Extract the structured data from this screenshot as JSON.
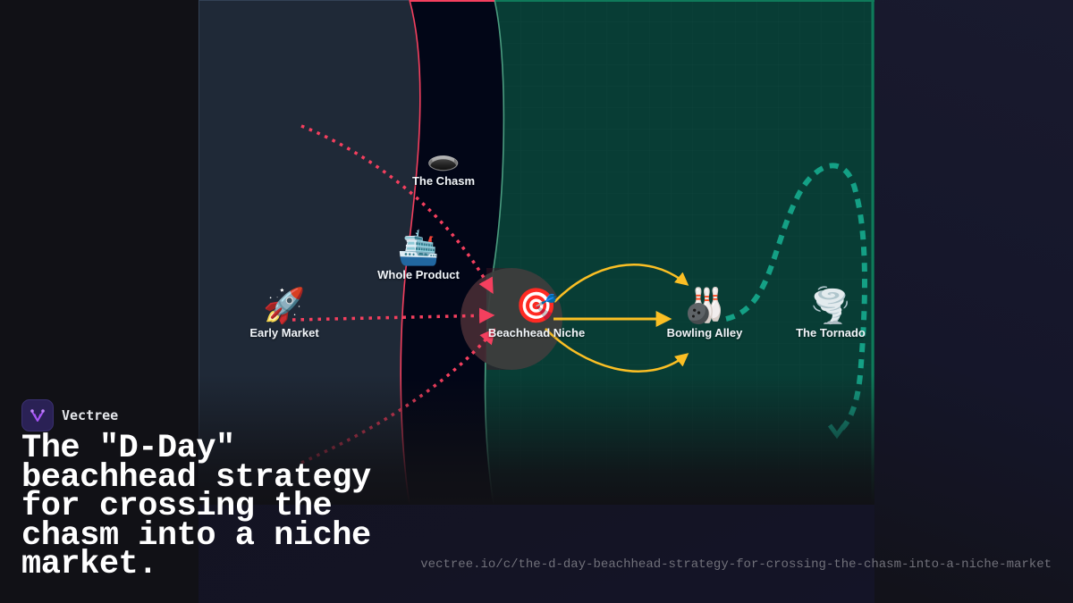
{
  "diagram": {
    "zones": [
      {
        "name": "Early adopters zone",
        "color": "#1f2937"
      },
      {
        "name": "Chasm gap",
        "color": "#020617",
        "border": "#f43f5e"
      },
      {
        "name": "Mainstream zone",
        "color": "#083d35",
        "border": "#10b981"
      }
    ],
    "nodes": [
      {
        "id": "early-market",
        "label": "Early Market",
        "icon": "rocket-icon",
        "glyph": "🚀"
      },
      {
        "id": "the-chasm",
        "label": "The Chasm",
        "icon": "hole-icon",
        "glyph": "🕳️"
      },
      {
        "id": "whole-product",
        "label": "Whole Product",
        "icon": "ship-icon",
        "glyph": "🛳️"
      },
      {
        "id": "beachhead-niche",
        "label": "Beachhead Niche",
        "icon": "target-icon",
        "glyph": "🎯"
      },
      {
        "id": "bowling-alley",
        "label": "Bowling Alley",
        "icon": "bowling-icon",
        "glyph": "🎳"
      },
      {
        "id": "the-tornado",
        "label": "The Tornado",
        "icon": "tornado-icon",
        "glyph": "🌪️"
      }
    ],
    "colors": {
      "attack_arrows": "#f43f5e",
      "expansion_arrows": "#fbbf24",
      "tornado_path": "#14a085"
    }
  },
  "brand": {
    "name": "Vectree"
  },
  "title": "The \"D-Day\" beachhead strategy for crossing the chasm into a niche market.",
  "url": "vectree.io/c/the-d-day-beachhead-strategy-for-crossing-the-chasm-into-a-niche-market"
}
